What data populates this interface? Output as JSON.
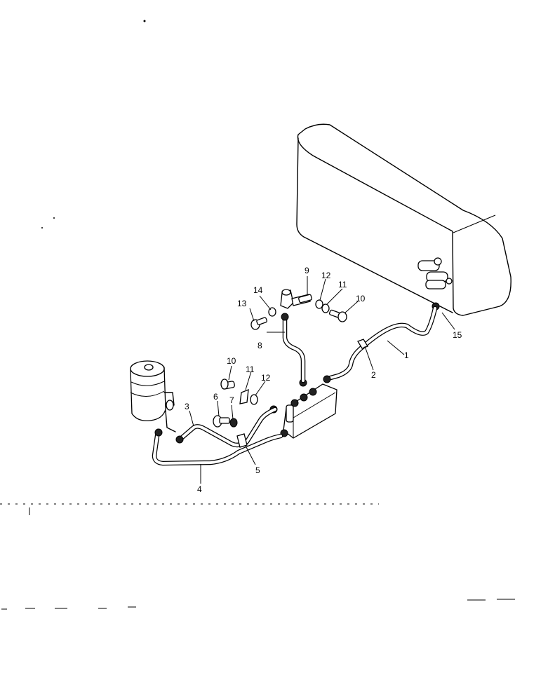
{
  "callouts": [
    {
      "id": "1",
      "label": "1"
    },
    {
      "id": "2",
      "label": "2"
    },
    {
      "id": "3",
      "label": "3"
    },
    {
      "id": "4",
      "label": "4"
    },
    {
      "id": "5",
      "label": "5"
    },
    {
      "id": "6",
      "label": "6"
    },
    {
      "id": "7",
      "label": "7"
    },
    {
      "id": "8",
      "label": "8"
    },
    {
      "id": "9",
      "label": "9"
    },
    {
      "id": "10a",
      "label": "10"
    },
    {
      "id": "10b",
      "label": "10"
    },
    {
      "id": "11a",
      "label": "11"
    },
    {
      "id": "11b",
      "label": "11"
    },
    {
      "id": "12a",
      "label": "12"
    },
    {
      "id": "12b",
      "label": "12"
    },
    {
      "id": "13",
      "label": "13"
    },
    {
      "id": "14",
      "label": "14"
    },
    {
      "id": "15",
      "label": "15"
    }
  ]
}
